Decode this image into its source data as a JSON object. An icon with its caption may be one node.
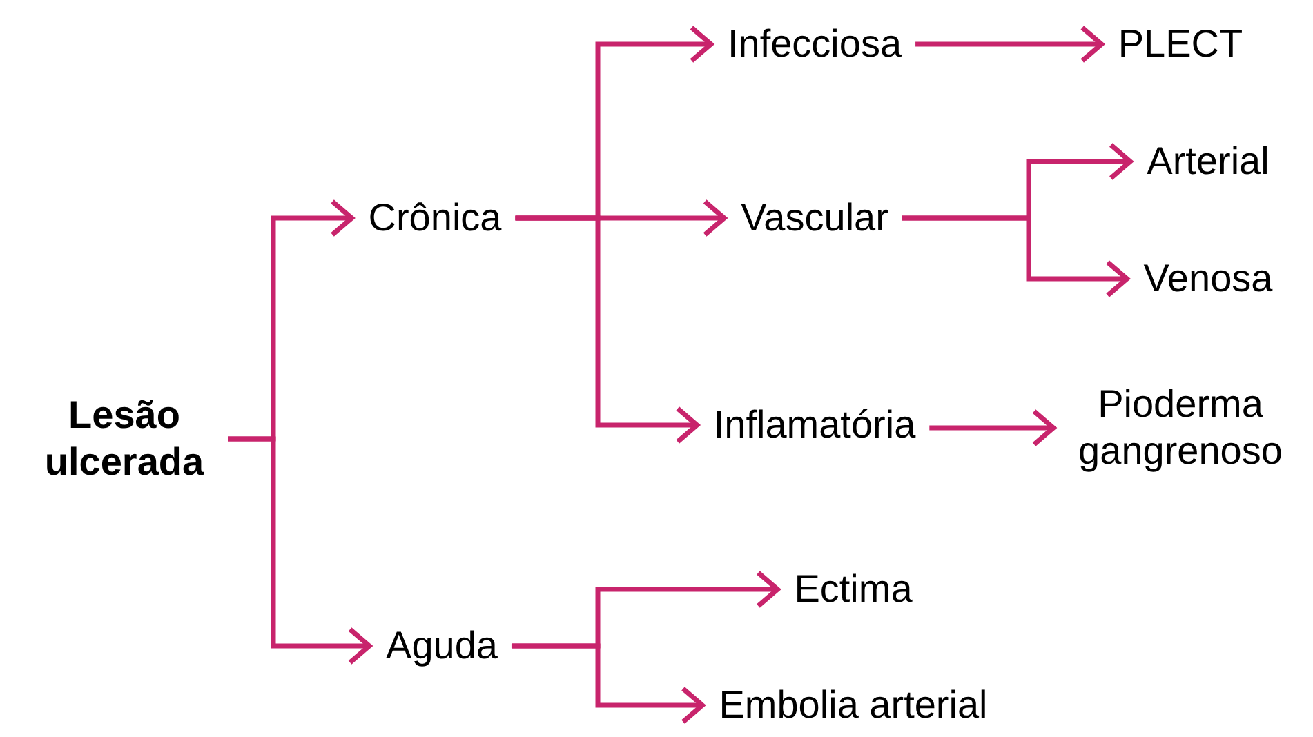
{
  "diagram": {
    "nodes": [
      {
        "text": [
          "Lesão ulcerada"
        ]
      },
      {
        "text": [
          "Crônica"
        ]
      },
      {
        "text": [
          "Aguda"
        ]
      },
      {
        "text": [
          "Infecciosa"
        ]
      },
      {
        "text": [
          "Vascular"
        ]
      },
      {
        "text": [
          "Inflamatória"
        ]
      },
      {
        "text": [
          "PLECT"
        ]
      },
      {
        "text": [
          "Arterial"
        ]
      },
      {
        "text": [
          "Venosa"
        ]
      },
      {
        "text": [
          "Pioderma gangrenoso"
        ]
      },
      {
        "text": [
          "Ectima"
        ]
      },
      {
        "text": [
          "Embolia arterial"
        ]
      }
    ],
    "edges": [
      {
        "from": 0,
        "to": 1,
        "arrow": "to"
      },
      {
        "from": 0,
        "to": 2,
        "arrow": "to"
      },
      {
        "from": 1,
        "to": 3,
        "arrow": "to"
      },
      {
        "from": 1,
        "to": 4,
        "arrow": "to"
      },
      {
        "from": 1,
        "to": 5,
        "arrow": "to"
      },
      {
        "from": 3,
        "to": 6,
        "arrow": "to"
      },
      {
        "from": 4,
        "to": 7,
        "arrow": "to"
      },
      {
        "from": 4,
        "to": 8,
        "arrow": "to"
      },
      {
        "from": 5,
        "to": 9,
        "arrow": "to"
      },
      {
        "from": 2,
        "to": 10,
        "arrow": "to"
      },
      {
        "from": 2,
        "to": 11,
        "arrow": "to"
      }
    ]
  }
}
